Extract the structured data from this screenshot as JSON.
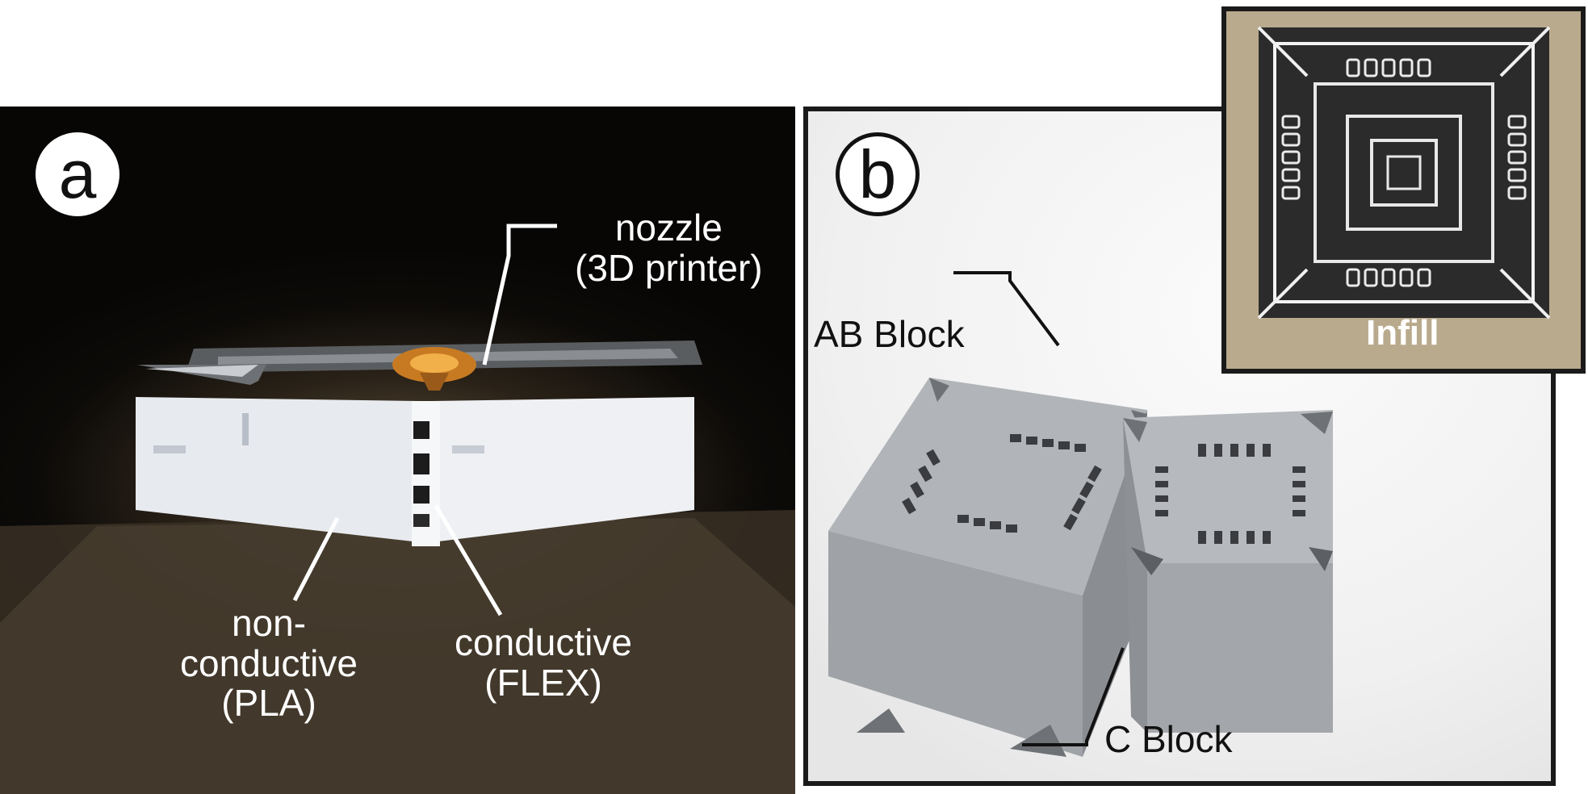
{
  "panels": {
    "a": {
      "label": "a",
      "annotations": {
        "nozzle_line1": "nozzle",
        "nozzle_line2": "(3D printer)",
        "nonconductive_line1": "non-",
        "nonconductive_line2": "conductive",
        "nonconductive_line3": "(PLA)",
        "conductive_line1": "conductive",
        "conductive_line2": "(FLEX)"
      }
    },
    "b": {
      "label": "b",
      "annotations": {
        "ab_block": "AB Block",
        "c_block": "C Block",
        "infill": "Infill"
      }
    }
  },
  "colors": {
    "print_gray": "#a7aaad",
    "print_gray_dark": "#8c8f93",
    "pla_white": "#eef0f3",
    "label_white": "#ffffff",
    "label_dark": "#111111"
  }
}
